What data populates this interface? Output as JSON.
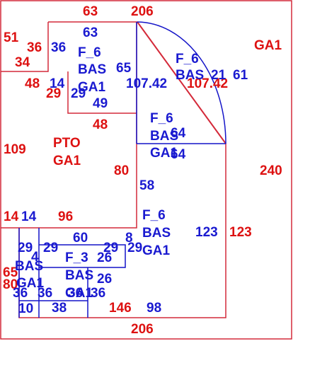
{
  "diagram": {
    "colors": {
      "outline_red": "#d42a3a",
      "label_red": "#dd1111",
      "label_blue": "#1a1ad0"
    },
    "red_labels": [
      {
        "id": "top-63",
        "text": "63"
      },
      {
        "id": "top-206",
        "text": "206"
      },
      {
        "id": "ga1-right",
        "text": "GA1"
      },
      {
        "id": "left-51",
        "text": "51"
      },
      {
        "id": "left-36",
        "text": "36"
      },
      {
        "id": "left-34",
        "text": "34"
      },
      {
        "id": "left-48",
        "text": "48"
      },
      {
        "id": "left-29",
        "text": "29"
      },
      {
        "id": "diag-107-42",
        "text": "107.42"
      },
      {
        "id": "mid-48",
        "text": "48"
      },
      {
        "id": "left-109",
        "text": "109"
      },
      {
        "id": "pto",
        "text": "PTO"
      },
      {
        "id": "pto-ga1",
        "text": "GA1"
      },
      {
        "id": "mid-80",
        "text": "80"
      },
      {
        "id": "right-240",
        "text": "240"
      },
      {
        "id": "left-14",
        "text": "14"
      },
      {
        "id": "mid-96",
        "text": "96"
      },
      {
        "id": "right-123",
        "text": "123"
      },
      {
        "id": "left-65",
        "text": "65"
      },
      {
        "id": "left-80",
        "text": "80"
      },
      {
        "id": "bottom-146",
        "text": "146"
      },
      {
        "id": "bottom-206",
        "text": "206"
      }
    ],
    "blue_labels": [
      {
        "id": "b-63",
        "text": "63"
      },
      {
        "id": "b-36",
        "text": "36"
      },
      {
        "id": "b-f6-a",
        "text": "F_6"
      },
      {
        "id": "b-bas-a",
        "text": "BAS"
      },
      {
        "id": "b-ga1-a",
        "text": "GA1"
      },
      {
        "id": "b-65",
        "text": "65"
      },
      {
        "id": "b-14",
        "text": "14"
      },
      {
        "id": "b-29-a",
        "text": "29"
      },
      {
        "id": "b-49",
        "text": "49"
      },
      {
        "id": "b-107-42",
        "text": "107.42"
      },
      {
        "id": "b-f6-b",
        "text": "F_6"
      },
      {
        "id": "b-bas-b",
        "text": "BAS"
      },
      {
        "id": "b-21",
        "text": "21"
      },
      {
        "id": "b-61",
        "text": "61"
      },
      {
        "id": "b-f6-c",
        "text": "F_6"
      },
      {
        "id": "b-bas-c",
        "text": "BAS"
      },
      {
        "id": "b-ga1-c",
        "text": "GA1"
      },
      {
        "id": "b-64-a",
        "text": "64"
      },
      {
        "id": "b-64-b",
        "text": "64"
      },
      {
        "id": "b-58",
        "text": "58"
      },
      {
        "id": "b-14-b",
        "text": "14"
      },
      {
        "id": "b-f6-d",
        "text": "F_6"
      },
      {
        "id": "b-bas-d",
        "text": "BAS"
      },
      {
        "id": "b-ga1-d",
        "text": "GA1"
      },
      {
        "id": "b-123",
        "text": "123"
      },
      {
        "id": "b-60",
        "text": "60"
      },
      {
        "id": "b-8",
        "text": "8"
      },
      {
        "id": "b-29-b",
        "text": "29"
      },
      {
        "id": "b-29-c",
        "text": "29"
      },
      {
        "id": "b-29-d",
        "text": "29"
      },
      {
        "id": "b-29-e",
        "text": "29"
      },
      {
        "id": "b-f3",
        "text": "F_3"
      },
      {
        "id": "b-26-a",
        "text": "26"
      },
      {
        "id": "b-bas-e",
        "text": "BAS"
      },
      {
        "id": "b-26-b",
        "text": "26"
      },
      {
        "id": "b-4",
        "text": "4"
      },
      {
        "id": "b-bas-f",
        "text": "BAS"
      },
      {
        "id": "b-ga1-f",
        "text": "GA1"
      },
      {
        "id": "b-ga1-e",
        "text": "GA1"
      },
      {
        "id": "b-36-b",
        "text": "36"
      },
      {
        "id": "b-36-c",
        "text": "36"
      },
      {
        "id": "b-36-d",
        "text": "36"
      },
      {
        "id": "b-36-e",
        "text": "36"
      },
      {
        "id": "b-10",
        "text": "10"
      },
      {
        "id": "b-38",
        "text": "38"
      },
      {
        "id": "b-98",
        "text": "98"
      }
    ]
  }
}
